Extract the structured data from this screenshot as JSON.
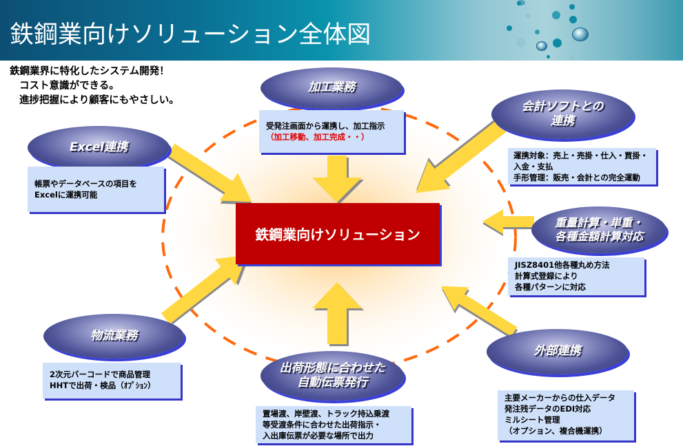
{
  "header": {
    "title": "鉄鋼業向けソリューション全体図"
  },
  "intro": {
    "lines": [
      "鉄鋼業界に特化したシステム開発！",
      "コスト意識ができる。",
      "進捗把握により顧客にもやさしい。"
    ]
  },
  "center": {
    "label": "鉄鋼業向けソリューション"
  },
  "colors": {
    "center_box": "#c00000",
    "note_bg": "#cfe0fa",
    "arrow": "#ffd740",
    "dashed_circle": "#ff6a10",
    "oval_dark": "#2b2f6e",
    "accent_red_text": "#e00000"
  },
  "nodes": {
    "processing": {
      "title_lines": [
        "加工業務"
      ],
      "note_lines": [
        "受発注画面から運携し、加工指示"
      ],
      "note_red_line": "（加工移動、加工完成・・）"
    },
    "accounting": {
      "title_lines": [
        "会計ソフトとの",
        "連携"
      ],
      "note_lines": [
        "運携対象：売上・売掛・仕入・買掛・",
        "入金・支払",
        "手形管理：販売・会計との完全運動"
      ]
    },
    "excel": {
      "title_lines": [
        "Excel連携"
      ],
      "note_lines": [
        "帳票やデータベースの項目を",
        "Excelに運携可能"
      ]
    },
    "weight": {
      "title_lines": [
        "重量計算・単重・",
        "各種金額計算対応"
      ],
      "note_lines": [
        "JISZ8401他各種丸め方法",
        "計算式登録により",
        "各種パターンに対応"
      ]
    },
    "logistics": {
      "title_lines": [
        "物流業務"
      ],
      "note_lines": [
        "2次元バーコードで商品管理",
        "HHTで出荷・検品（ｵﾌﾟｼｮﾝ）"
      ]
    },
    "shipping": {
      "title_lines": [
        "出荷形態に合わせた",
        "自動伝票発行"
      ],
      "note_lines": [
        "置場渡、岸壁渡、トラック持込乗渡",
        "等受渡条件に合わせた出荷指示・",
        "入出庫伝票が必要な場所で出力"
      ]
    },
    "external": {
      "title_lines": [
        "外部連携"
      ],
      "note_lines": [
        "主要メーカーからの仕入データ",
        "発注残データのEDI対応",
        "ミルシート管理",
        "（オプション、複合機運携）"
      ]
    }
  }
}
